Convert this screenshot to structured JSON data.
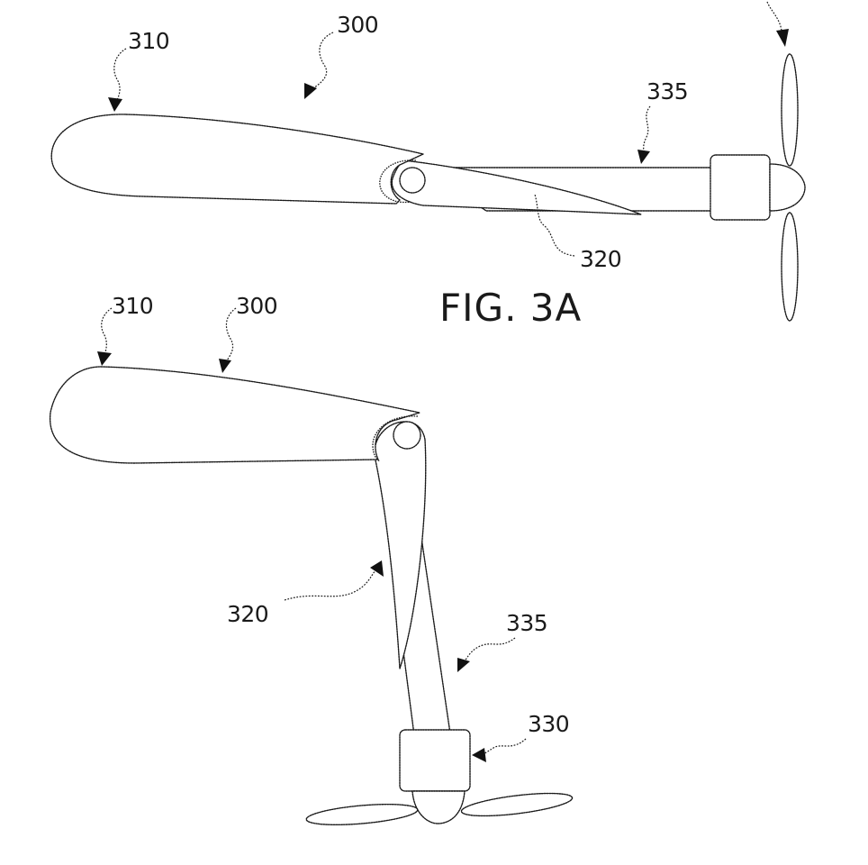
{
  "figure_caption": "FIG. 3A",
  "view_a": {
    "label_wing": "310",
    "label_assembly": "300",
    "label_boom": "335",
    "label_flap": "320"
  },
  "view_b": {
    "label_wing": "310",
    "label_assembly": "300",
    "label_flap": "320",
    "label_boom": "335",
    "label_motor": "330"
  }
}
